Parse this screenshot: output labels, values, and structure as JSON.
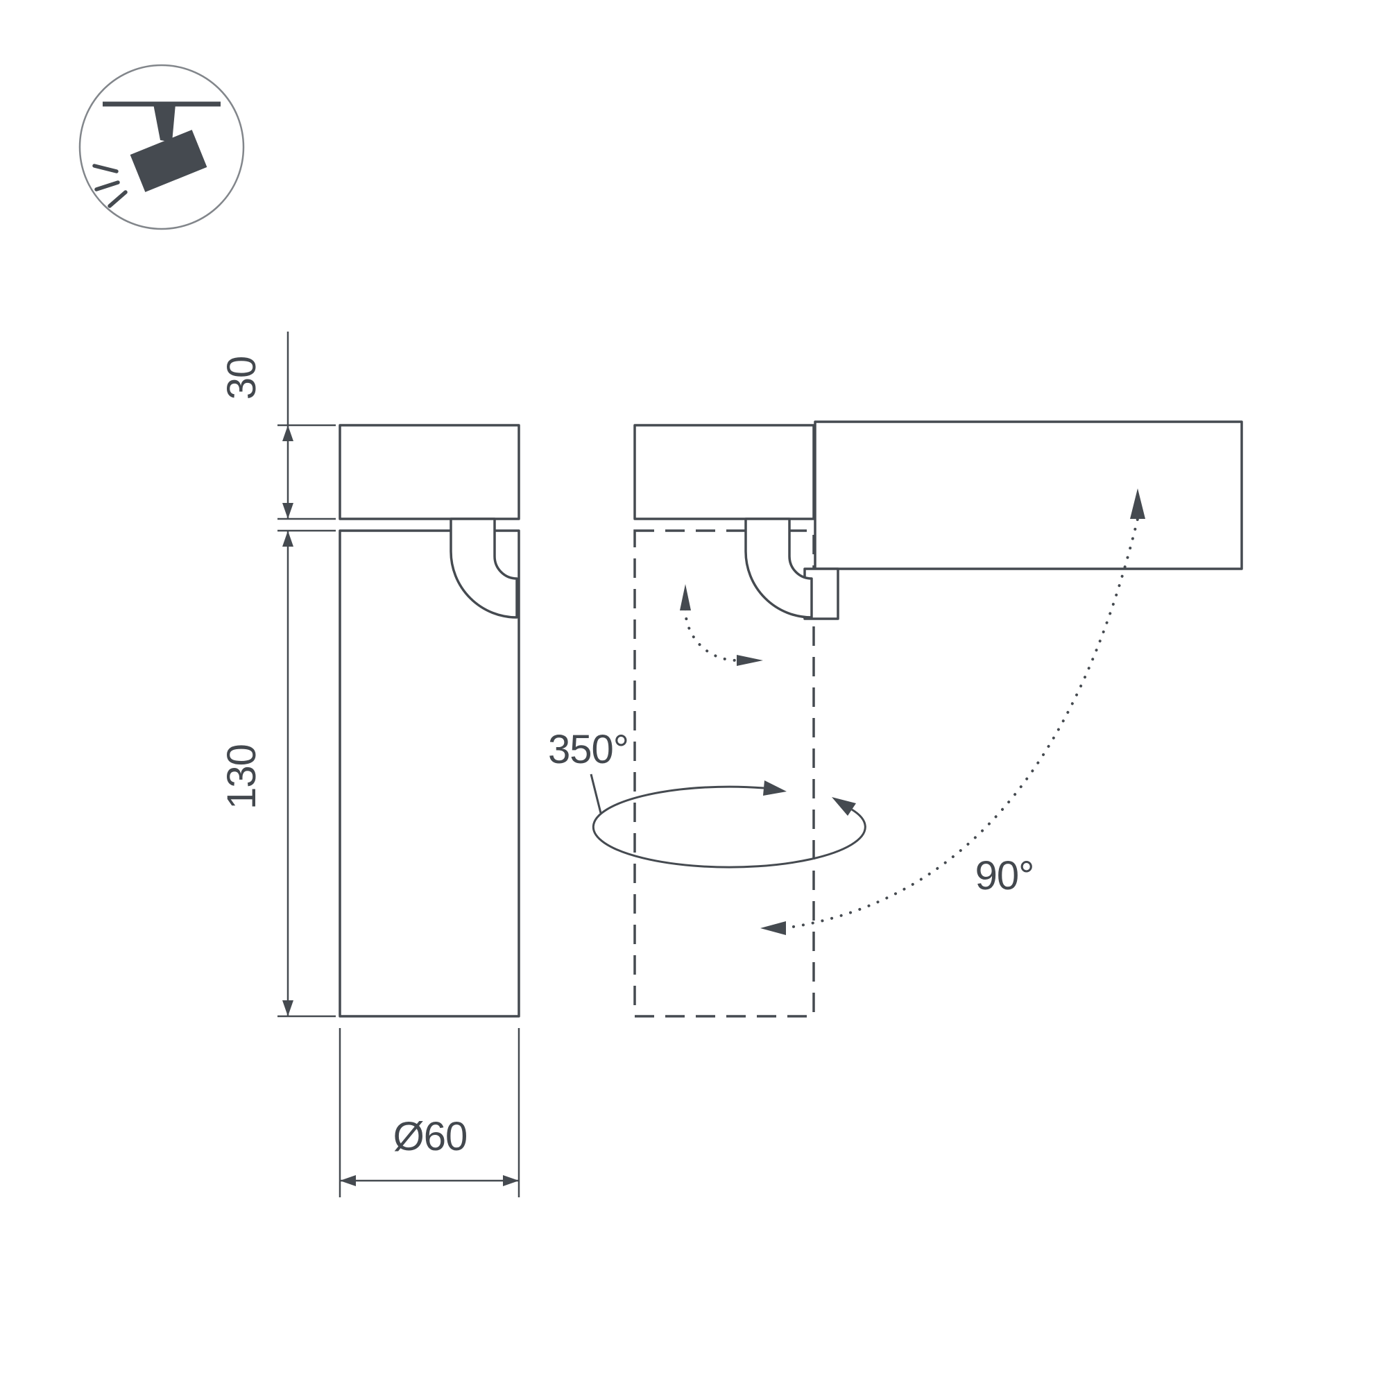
{
  "drawing": {
    "kind": "technical dimension drawing",
    "subject": "surface mounted adjustable spotlight"
  },
  "dimensions": {
    "base_height": "30",
    "body_length": "130",
    "diameter": "Ø60"
  },
  "angles": {
    "pan_rotation": "350°",
    "tilt_rotation": "90°"
  },
  "colors": {
    "line": "#454a50",
    "icon_fill": "#454a50",
    "background": "#ffffff"
  }
}
